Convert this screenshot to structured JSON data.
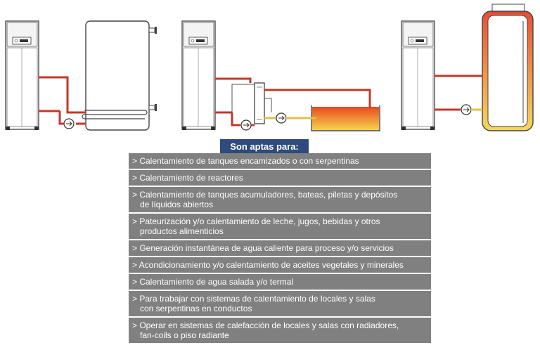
{
  "header": {
    "title": "Son aptas para:"
  },
  "items": [
    {
      "lines": [
        "> Calentamiento de tanques encamizados o con serpentinas"
      ]
    },
    {
      "lines": [
        "> Calentamiento de reactores"
      ]
    },
    {
      "lines": [
        "> Calentamiento de tanques acumuladores, bateas, piletas y depósitos",
        "de líquidos abiertos"
      ]
    },
    {
      "lines": [
        "> Pateurización y/o calentamiento de leche, jugos, bebidas y otros",
        "productos alimenticios"
      ]
    },
    {
      "lines": [
        "> Generación instantánea de agua caliente para proceso y/o servicios"
      ]
    },
    {
      "lines": [
        "> Acondicionamiento y/o calentamiento de aceites vegetales y minerales"
      ]
    },
    {
      "lines": [
        "> Calentamiento de agua salada y/o termal"
      ]
    },
    {
      "lines": [
        "> Para trabajar con sistemas de calentamiento de locales y salas",
        "con serpentinas en conductos"
      ]
    },
    {
      "lines": [
        "> Operar en sistemas de calefacción de locales y salas con radiadores,",
        "fan-coils o piso radiante"
      ]
    }
  ],
  "colors": {
    "header_bg": "#2f4a7c",
    "item_bg": "#808080",
    "pipe_hot": "#c0392b",
    "pipe_warm": "#e3c04b",
    "tank_fill_top": "#e84a1f",
    "tank_fill_bottom": "#f6d24a"
  }
}
